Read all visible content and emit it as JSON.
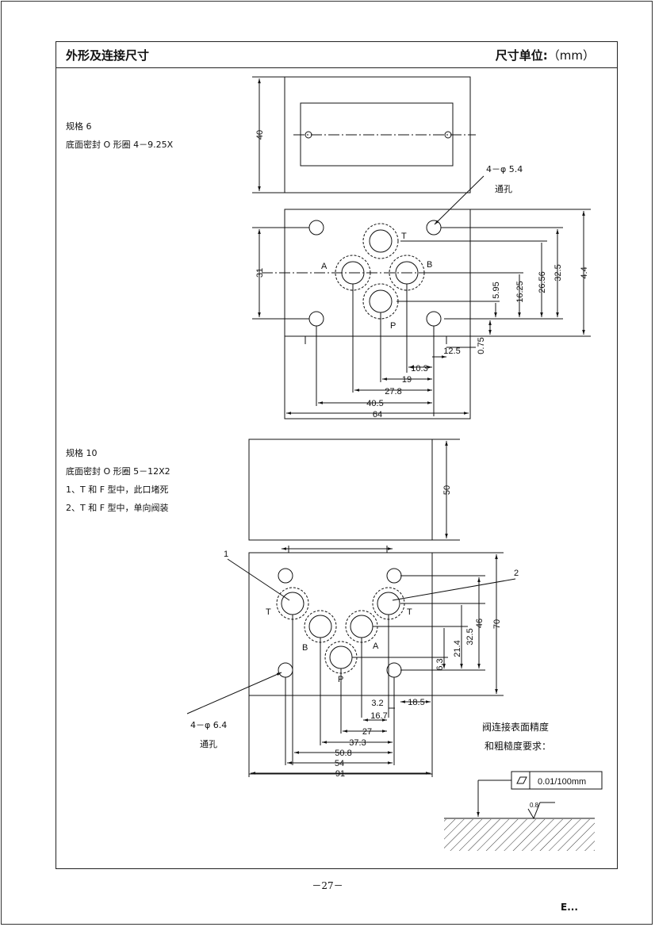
{
  "header": {
    "title": "外形及连接尺寸",
    "unit_label": "尺寸单位:",
    "unit_value": "（mm）"
  },
  "size6": {
    "spec": "规格 6",
    "seal": "底面密封 O 形圈 4－9.25X",
    "hole_note": "4－φ 5.4",
    "hole_note2": "通孔",
    "ports": [
      "A",
      "B",
      "T",
      "P"
    ],
    "dims": [
      "40",
      "31",
      "4.4",
      "32.5",
      "26.56",
      "16.25",
      "5.95",
      "0.75",
      "12.5",
      "10.3",
      "19",
      "27.8",
      "40.5",
      "64"
    ]
  },
  "size10": {
    "spec": "规格 10",
    "seal": "底面密封 O 形圈 5－12X2",
    "note1": "1、T 和 F 型中，此口堵死",
    "note2": "2、T 和 F 型中，单向阀装",
    "hole_note": "4－φ 6.4",
    "hole_note2": "通孔",
    "callouts": [
      "1",
      "2"
    ],
    "ports": [
      "T",
      "T",
      "B",
      "A",
      "P"
    ],
    "dims": [
      "50",
      "70",
      "46",
      "32.5",
      "21.4",
      "6.3",
      "3.2",
      "16.7",
      "18.5",
      "27",
      "37.3",
      "50.8",
      "54",
      "91"
    ]
  },
  "surface": {
    "line1": "阀连接表面精度",
    "line2": "和粗糙度要求：",
    "flatness": "0.01/100mm",
    "roughness": "0.8"
  },
  "footer": {
    "page": "－27－",
    "mark": "E..."
  }
}
